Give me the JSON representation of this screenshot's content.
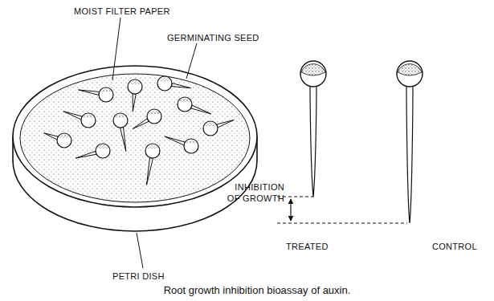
{
  "diagram": {
    "caption": "Root growth inhibition bioassay of auxin.",
    "labels": [
      "MOIST FILTER PAPER",
      "GERMINATING SEED",
      "PETRI DISH",
      "INHIBITION OF GROWTH",
      "TREATED",
      "CONTROL"
    ]
  }
}
